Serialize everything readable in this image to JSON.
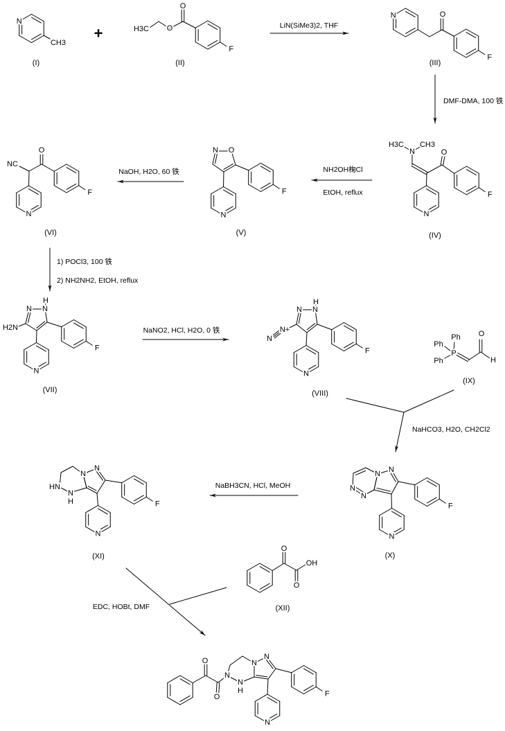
{
  "compound_labels": [
    "(I)",
    "(II)",
    "(III)",
    "(IV)",
    "(V)",
    "(VI)",
    "(VII)",
    "(VIII)",
    "(IX)",
    "(X)",
    "(XI)",
    "(XII)"
  ],
  "plus": "+",
  "reagents": {
    "step1": "LiN(SiMe3)2, THF",
    "step2": "DMF-DMA, 100 铁",
    "step3_top": "NH2OH椈Cl",
    "step3_bottom": "EtOH, reflux",
    "step4": "NaOH, H2O, 60 铁",
    "step5_a": "1) POCl3, 100 铁",
    "step5_b": "2) NH2NH2, EtOH, reflux",
    "step6": "NaNO2, HCl, H2O, 0 铁",
    "step7": "NaHCO3, H2O, CH2Cl2",
    "step8": "NaBH3CN, HCl, MeOH",
    "step9": "EDC, HOBt, DMF"
  },
  "atoms": {
    "N": "N",
    "O": "O",
    "F": "F",
    "H": "H",
    "P": "P",
    "Ph": "Ph",
    "CH3": "CH3",
    "H3C": "H3C",
    "NC": "NC",
    "H2N": "H2N",
    "Nplus": "N+",
    "HN": "HN",
    "OH": "OH"
  }
}
